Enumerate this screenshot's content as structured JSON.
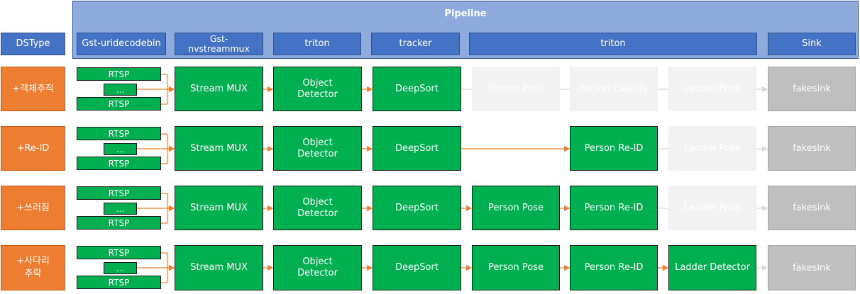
{
  "pipeline": {
    "title": "Pipeline"
  },
  "header": {
    "dstype": "DSType",
    "columns": [
      "Gst-uridecodebin",
      "Gst-\nnvstreammux",
      "triton",
      "tracker",
      "triton",
      "Sink"
    ]
  },
  "colors": {
    "orange": "#ed7d31",
    "green": "#00b050",
    "blue": "#4472c4",
    "light_blue": "#8faadc",
    "gray": "#bfbfbf",
    "ghost": "#f2f2f2"
  },
  "sources": {
    "rtsp": "RTSP",
    "ellipsis": "..."
  },
  "rows": [
    {
      "dstype": "+객체추적",
      "mux": "Stream MUX",
      "detector": "Object\nDetector",
      "tracker": "DeepSort",
      "pose": "Person Pose",
      "reid": "Person Classify",
      "ladder": "Ladder Pose",
      "sink": "fakesink"
    },
    {
      "dstype": "+Re-ID",
      "mux": "Stream MUX",
      "detector": "Object\nDetector",
      "tracker": "DeepSort",
      "pose": "",
      "reid": "Person Re-ID",
      "ladder": "Ladder Pose",
      "sink": "fakesink"
    },
    {
      "dstype": "+쓰러짐",
      "mux": "Stream MUX",
      "detector": "Object\nDetector",
      "tracker": "DeepSort",
      "pose": "Person Pose",
      "reid": "Person Re-ID",
      "ladder": "Ladder Pose",
      "sink": "fakesink"
    },
    {
      "dstype": "+사다리\n추락",
      "mux": "Stream MUX",
      "detector": "Object\nDetector",
      "tracker": "DeepSort",
      "pose": "Person Pose",
      "reid": "Person Re-ID",
      "ladder": "Ladder Detector",
      "sink": "fakesink"
    }
  ]
}
